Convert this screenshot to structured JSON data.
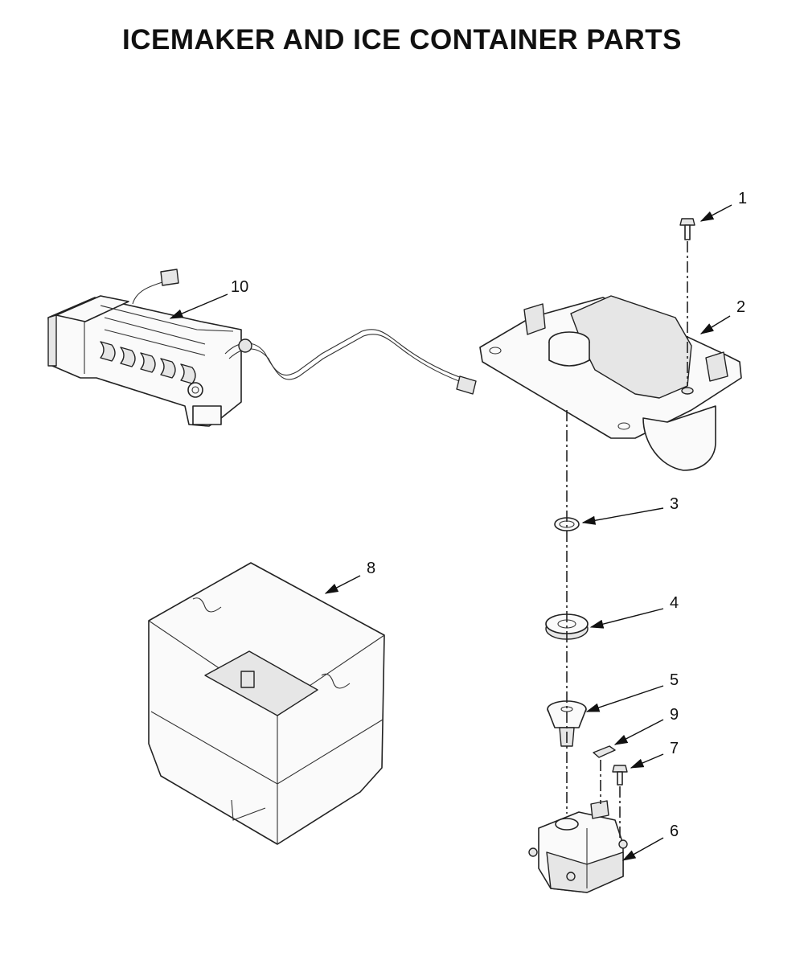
{
  "title": "ICEMAKER AND ICE CONTAINER PARTS",
  "callouts": {
    "c1": "1",
    "c2": "2",
    "c3": "3",
    "c4": "4",
    "c5": "5",
    "c6": "6",
    "c7": "7",
    "c8": "8",
    "c9": "9",
    "c10": "10"
  }
}
